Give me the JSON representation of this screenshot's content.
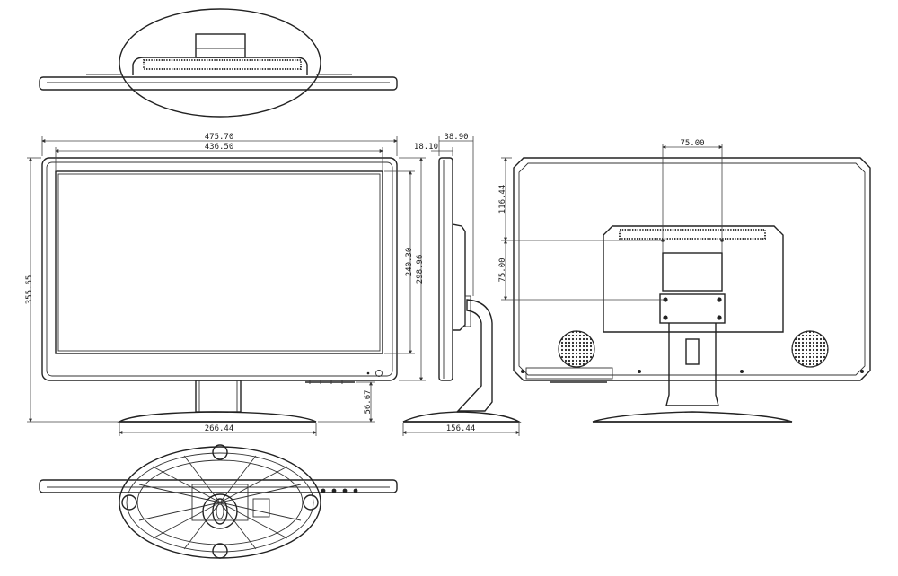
{
  "dimensions": {
    "overall_width": "475.70",
    "screen_width": "436.50",
    "screen_height": "240.30",
    "panel_height": "298.96",
    "overall_height": "355.65",
    "stand_neck_height": "56.67",
    "base_width": "266.44",
    "bezel_depth": "18.10",
    "total_depth": "38.90",
    "base_depth": "156.44",
    "vesa_horizontal": "75.00",
    "vesa_vertical": "75.00",
    "vesa_offset": "116.44"
  }
}
